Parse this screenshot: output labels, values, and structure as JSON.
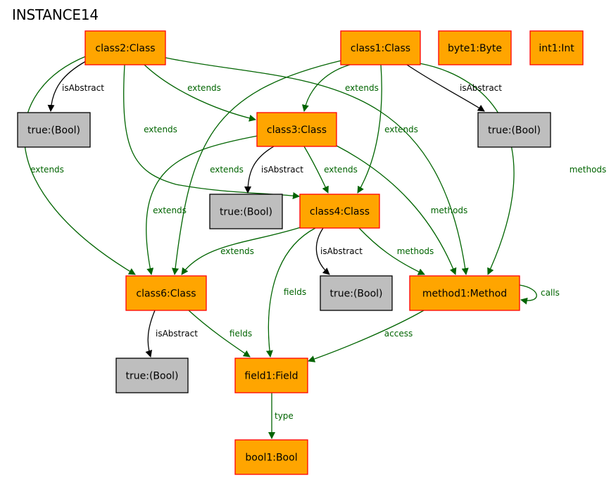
{
  "title": "INSTANCE14",
  "colors": {
    "object_fill": "#ffa500",
    "object_border": "#ff0000",
    "value_fill": "#bebebe",
    "value_border": "#000000",
    "green_edge": "#006400",
    "black_edge": "#000000"
  },
  "nodes": [
    {
      "id": "class2",
      "label": "class2:Class",
      "kind": "object"
    },
    {
      "id": "class1",
      "label": "class1:Class",
      "kind": "object"
    },
    {
      "id": "byte1",
      "label": "byte1:Byte",
      "kind": "object"
    },
    {
      "id": "int1",
      "label": "int1:Int",
      "kind": "object"
    },
    {
      "id": "true_a",
      "label": "true:(Bool)",
      "kind": "value"
    },
    {
      "id": "class3",
      "label": "class3:Class",
      "kind": "object"
    },
    {
      "id": "true_b",
      "label": "true:(Bool)",
      "kind": "value"
    },
    {
      "id": "true_c",
      "label": "true:(Bool)",
      "kind": "value"
    },
    {
      "id": "class4",
      "label": "class4:Class",
      "kind": "object"
    },
    {
      "id": "class6",
      "label": "class6:Class",
      "kind": "object"
    },
    {
      "id": "true_d",
      "label": "true:(Bool)",
      "kind": "value"
    },
    {
      "id": "method1",
      "label": "method1:Method",
      "kind": "object"
    },
    {
      "id": "true_e",
      "label": "true:(Bool)",
      "kind": "value"
    },
    {
      "id": "field1",
      "label": "field1:Field",
      "kind": "object"
    },
    {
      "id": "bool1",
      "label": "bool1:Bool",
      "kind": "object"
    }
  ],
  "edges": [
    {
      "from": "class2",
      "to": "true_a",
      "label": "isAbstract",
      "color": "black"
    },
    {
      "from": "class2",
      "to": "class3",
      "label": "extends",
      "color": "green"
    },
    {
      "from": "class2",
      "to": "class4",
      "label": "extends",
      "color": "green"
    },
    {
      "from": "class2",
      "to": "class6",
      "label": "extends",
      "color": "green"
    },
    {
      "from": "class2",
      "to": "method1",
      "label": "methods",
      "color": "green"
    },
    {
      "from": "class1",
      "to": "class3",
      "label": "extends",
      "color": "green"
    },
    {
      "from": "class1",
      "to": "class4",
      "label": "extends",
      "color": "green"
    },
    {
      "from": "class1",
      "to": "class6",
      "label": "extends",
      "color": "green"
    },
    {
      "from": "class1",
      "to": "true_b",
      "label": "isAbstract",
      "color": "black"
    },
    {
      "from": "class1",
      "to": "method1",
      "label": "methods",
      "color": "green"
    },
    {
      "from": "class3",
      "to": "true_c",
      "label": "isAbstract",
      "color": "black"
    },
    {
      "from": "class3",
      "to": "class4",
      "label": "extends",
      "color": "green"
    },
    {
      "from": "class3",
      "to": "class6",
      "label": "extends",
      "color": "green"
    },
    {
      "from": "class3",
      "to": "method1",
      "label": "methods",
      "color": "green"
    },
    {
      "from": "class4",
      "to": "class6",
      "label": "extends",
      "color": "green"
    },
    {
      "from": "class4",
      "to": "true_d",
      "label": "isAbstract",
      "color": "black"
    },
    {
      "from": "class4",
      "to": "method1",
      "label": "methods",
      "color": "green"
    },
    {
      "from": "class4",
      "to": "field1",
      "label": "fields",
      "color": "green"
    },
    {
      "from": "method1",
      "to": "method1",
      "label": "calls",
      "color": "green"
    },
    {
      "from": "method1",
      "to": "field1",
      "label": "access",
      "color": "green"
    },
    {
      "from": "class6",
      "to": "true_e",
      "label": "isAbstract",
      "color": "black"
    },
    {
      "from": "class6",
      "to": "field1",
      "label": "fields",
      "color": "green"
    },
    {
      "from": "field1",
      "to": "bool1",
      "label": "type",
      "color": "green"
    }
  ]
}
